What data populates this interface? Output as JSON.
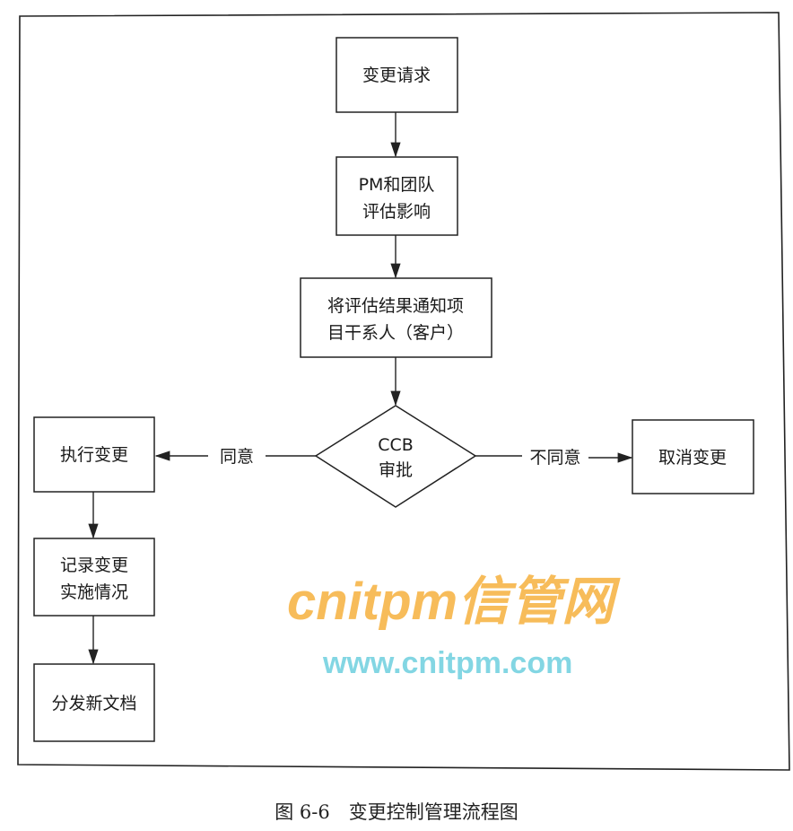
{
  "nodes": {
    "request": [
      "变更请求"
    ],
    "assess": [
      "PM和团队",
      "评估影响"
    ],
    "notify": [
      "将评估结果通知项",
      "目干系人（客户）"
    ],
    "ccb": [
      "CCB",
      "审批"
    ],
    "execute": [
      "执行变更"
    ],
    "record": [
      "记录变更",
      "实施情况"
    ],
    "distribute": [
      "分发新文档"
    ],
    "cancel": [
      "取消变更"
    ]
  },
  "edge_labels": {
    "agree": "同意",
    "disagree": "不同意"
  },
  "caption": "图 6-6　变更控制管理流程图",
  "watermark": {
    "brand": "cnitpm信管网",
    "url": "www.cnitpm.com"
  }
}
